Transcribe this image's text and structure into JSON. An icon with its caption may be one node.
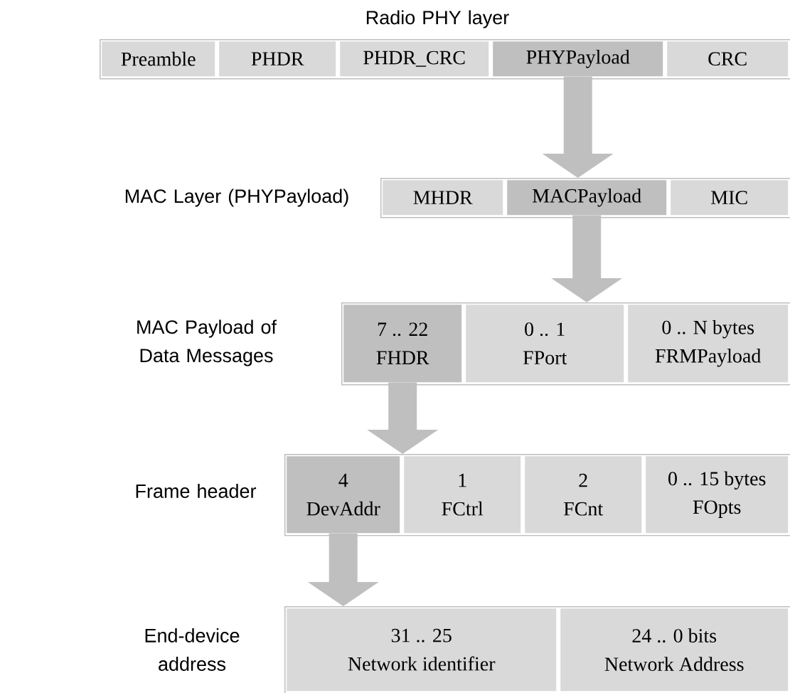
{
  "diagram": {
    "nodes": [
      {
        "text": [
          "Radio PHY layer"
        ]
      },
      {
        "text": [
          "Preamble"
        ],
        "in": 0
      },
      {
        "text": [
          "PHDR"
        ],
        "in": 0
      },
      {
        "text": [
          "PHDR_CRC"
        ],
        "in": 0
      },
      {
        "text": [
          "PHYPayload"
        ],
        "in": 0
      },
      {
        "text": [
          "CRC"
        ],
        "in": 0
      },
      {
        "text": [
          "MAC Layer (PHYPayload)"
        ]
      },
      {
        "text": [
          "MHDR"
        ],
        "in": 6
      },
      {
        "text": [
          "MACPayload"
        ],
        "in": 6
      },
      {
        "text": [
          "MIC"
        ],
        "in": 6
      },
      {
        "text": [
          "MAC Payload of Data Messages"
        ]
      },
      {
        "text": [
          "7 .. 22",
          "FHDR"
        ],
        "in": 10
      },
      {
        "text": [
          "0 .. 1",
          "FPort"
        ],
        "in": 10
      },
      {
        "text": [
          "0 .. N bytes",
          "FRMPayload"
        ],
        "in": 10
      },
      {
        "text": [
          "Frame header"
        ]
      },
      {
        "text": [
          "4",
          "DevAddr"
        ],
        "in": 14
      },
      {
        "text": [
          "1",
          "FCtrl"
        ],
        "in": 14
      },
      {
        "text": [
          "2",
          "FCnt"
        ],
        "in": 14
      },
      {
        "text": [
          "0 .. 15 bytes",
          "FOpts"
        ],
        "in": 14
      },
      {
        "text": [
          "End-device address"
        ]
      },
      {
        "text": [
          "31 .. 25",
          "Network identifier"
        ],
        "in": 19
      },
      {
        "text": [
          "24 .. 0 bits",
          "Network Address"
        ],
        "in": 19
      }
    ],
    "edges": [
      {
        "from": 4,
        "to": 6,
        "arrow": "to"
      },
      {
        "from": 8,
        "to": 10,
        "arrow": "to"
      },
      {
        "from": 11,
        "to": 14,
        "arrow": "to"
      },
      {
        "from": 15,
        "to": 19,
        "arrow": "to"
      }
    ]
  }
}
